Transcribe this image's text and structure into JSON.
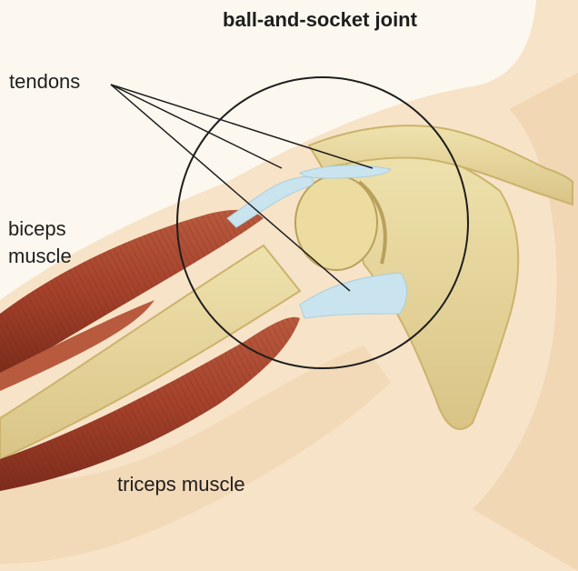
{
  "title": "ball-and-socket joint",
  "labels": {
    "tendons": "tendons",
    "biceps_line1": "biceps",
    "biceps_line2": "muscle",
    "triceps": "triceps muscle"
  },
  "colors": {
    "background": "#fdf8ef",
    "skin": "#f7e3c8",
    "skin_shade": "#efd1ad",
    "bone": "#e8d79a",
    "bone_shade": "#cbb36c",
    "muscle": "#a4412b",
    "muscle_dark": "#7d2c1c",
    "muscle_light": "#c86c4f",
    "tendon": "#c9e4ef",
    "line": "#1e1e1e"
  }
}
